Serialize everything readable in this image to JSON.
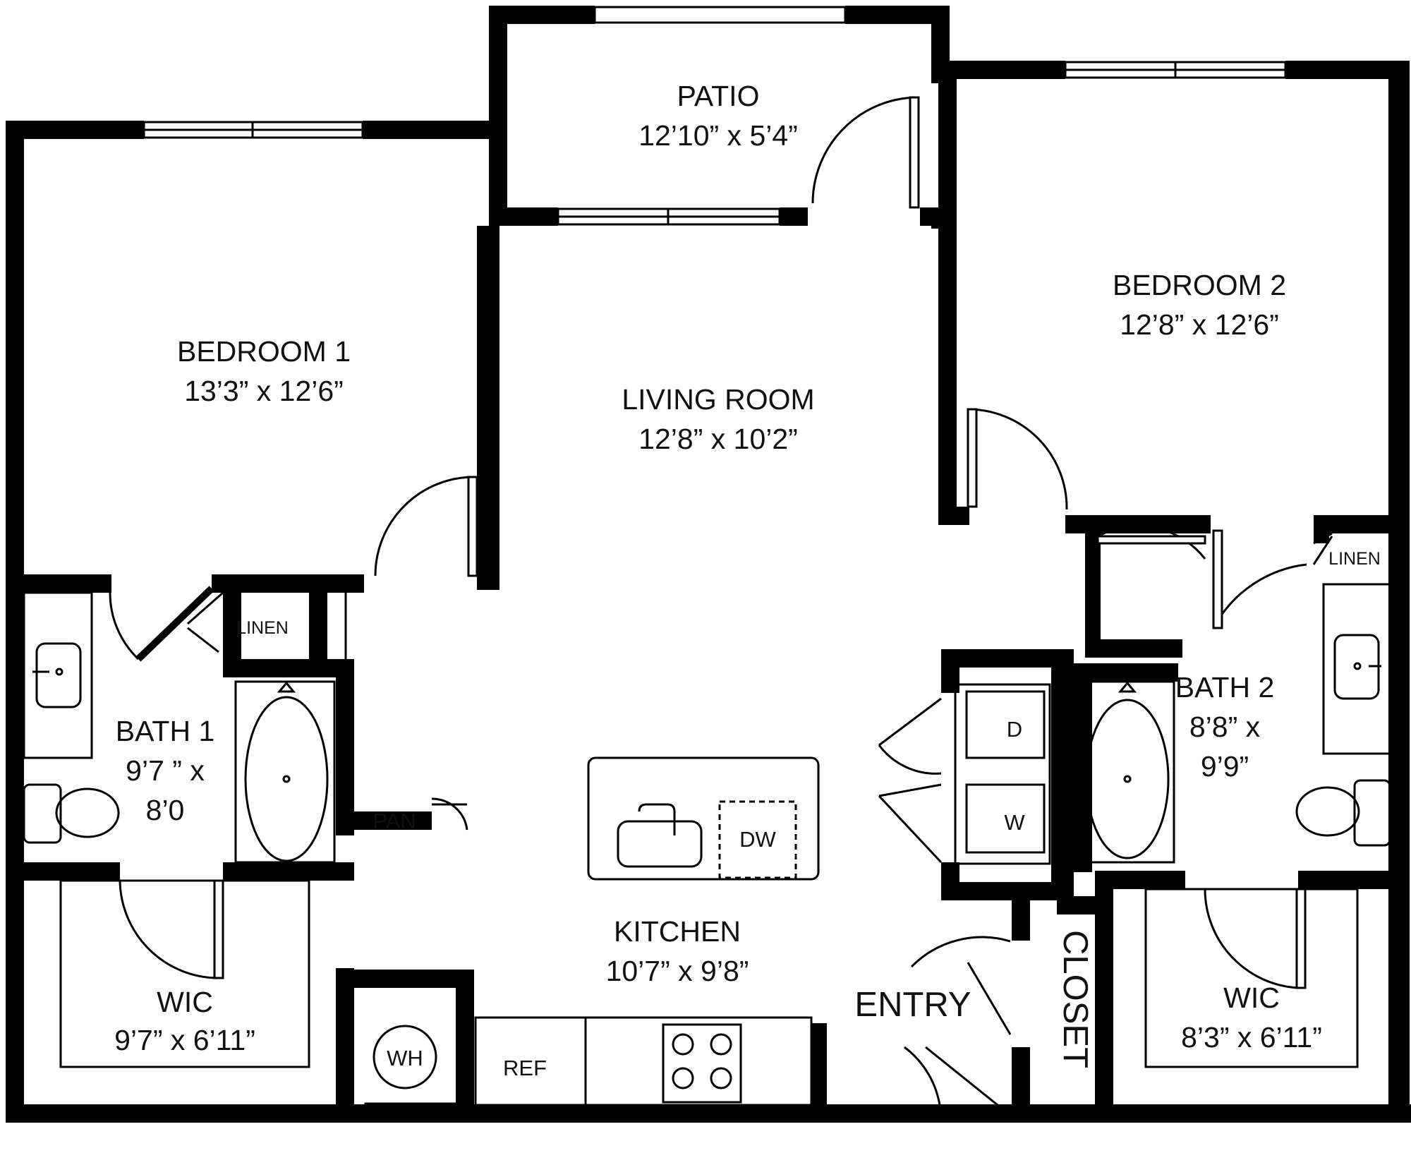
{
  "rooms": {
    "patio": {
      "name": "PATIO",
      "dims": "12’10” x 5’4”"
    },
    "bedroom1": {
      "name": "BEDROOM 1",
      "dims": "13’3” x 12’6”"
    },
    "bedroom2": {
      "name": "BEDROOM 2",
      "dims": "12’8” x 12’6”"
    },
    "living": {
      "name": "LIVING ROOM",
      "dims": "12’8” x 10’2”"
    },
    "bath1": {
      "name": "BATH 1",
      "dims_l1": "9’7 ” x",
      "dims_l2": "8’0"
    },
    "bath2": {
      "name": "BATH 2",
      "dims_l1": "8’8” x",
      "dims_l2": "9’9”"
    },
    "kitchen": {
      "name": "KITCHEN",
      "dims": "10’7” x 9’8”"
    },
    "wic1": {
      "name": "WIC",
      "dims": "9’7” x 6’11”"
    },
    "wic2": {
      "name": "WIC",
      "dims": "8’3” x 6’11”"
    },
    "entry": {
      "name": "ENTRY"
    },
    "closet": {
      "name": "CLOSET"
    }
  },
  "fixtures": {
    "linen1": "LINEN",
    "linen2": "LINEN",
    "pantry": "PAN",
    "dishwasher": "DW",
    "dryer": "D",
    "washer": "W",
    "water_heater": "WH",
    "refrigerator": "REF"
  }
}
